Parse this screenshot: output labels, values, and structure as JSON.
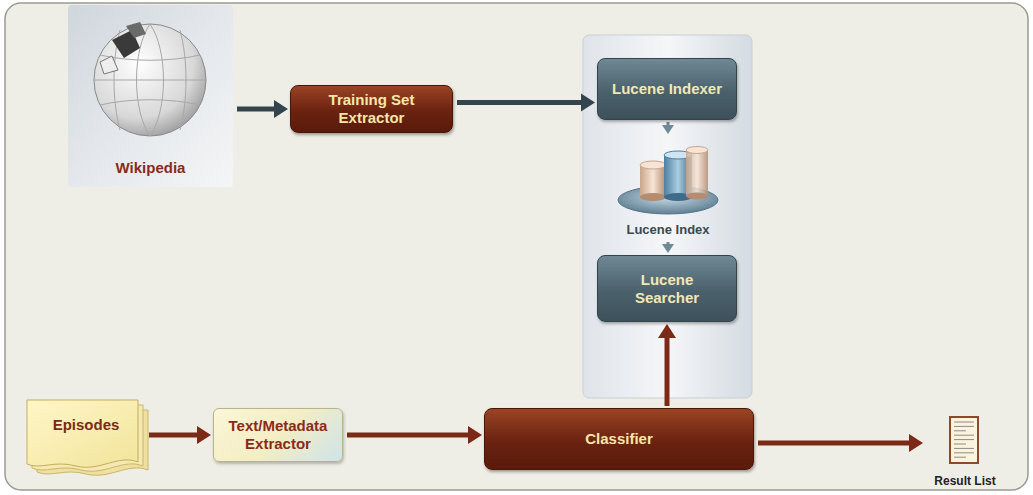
{
  "diagram": {
    "nodes": [
      {
        "text": [
          "Wikipedia"
        ]
      },
      {
        "text": [
          "Training Set Extractor"
        ]
      },
      {
        "text": [
          "Lucene Indexer"
        ]
      },
      {
        "text": [
          "Lucene Index"
        ]
      },
      {
        "text": [
          "Lucene Searcher"
        ]
      },
      {
        "text": [
          "Episodes"
        ]
      },
      {
        "text": [
          "Text/Metadata Extractor"
        ]
      },
      {
        "text": [
          "Classifier"
        ]
      },
      {
        "text": [
          "Result List"
        ]
      }
    ],
    "edges": [
      {
        "from": 0,
        "to": 1,
        "arrow": "to"
      },
      {
        "from": 1,
        "to": 2,
        "arrow": "to"
      },
      {
        "from": 2,
        "to": 3,
        "arrow": "to"
      },
      {
        "from": 3,
        "to": 4,
        "arrow": "to"
      },
      {
        "from": 5,
        "to": 6,
        "arrow": "to"
      },
      {
        "from": 6,
        "to": 7,
        "arrow": "to"
      },
      {
        "from": 7,
        "to": 4,
        "arrow": "to"
      },
      {
        "from": 7,
        "to": 8,
        "arrow": "to"
      }
    ]
  }
}
